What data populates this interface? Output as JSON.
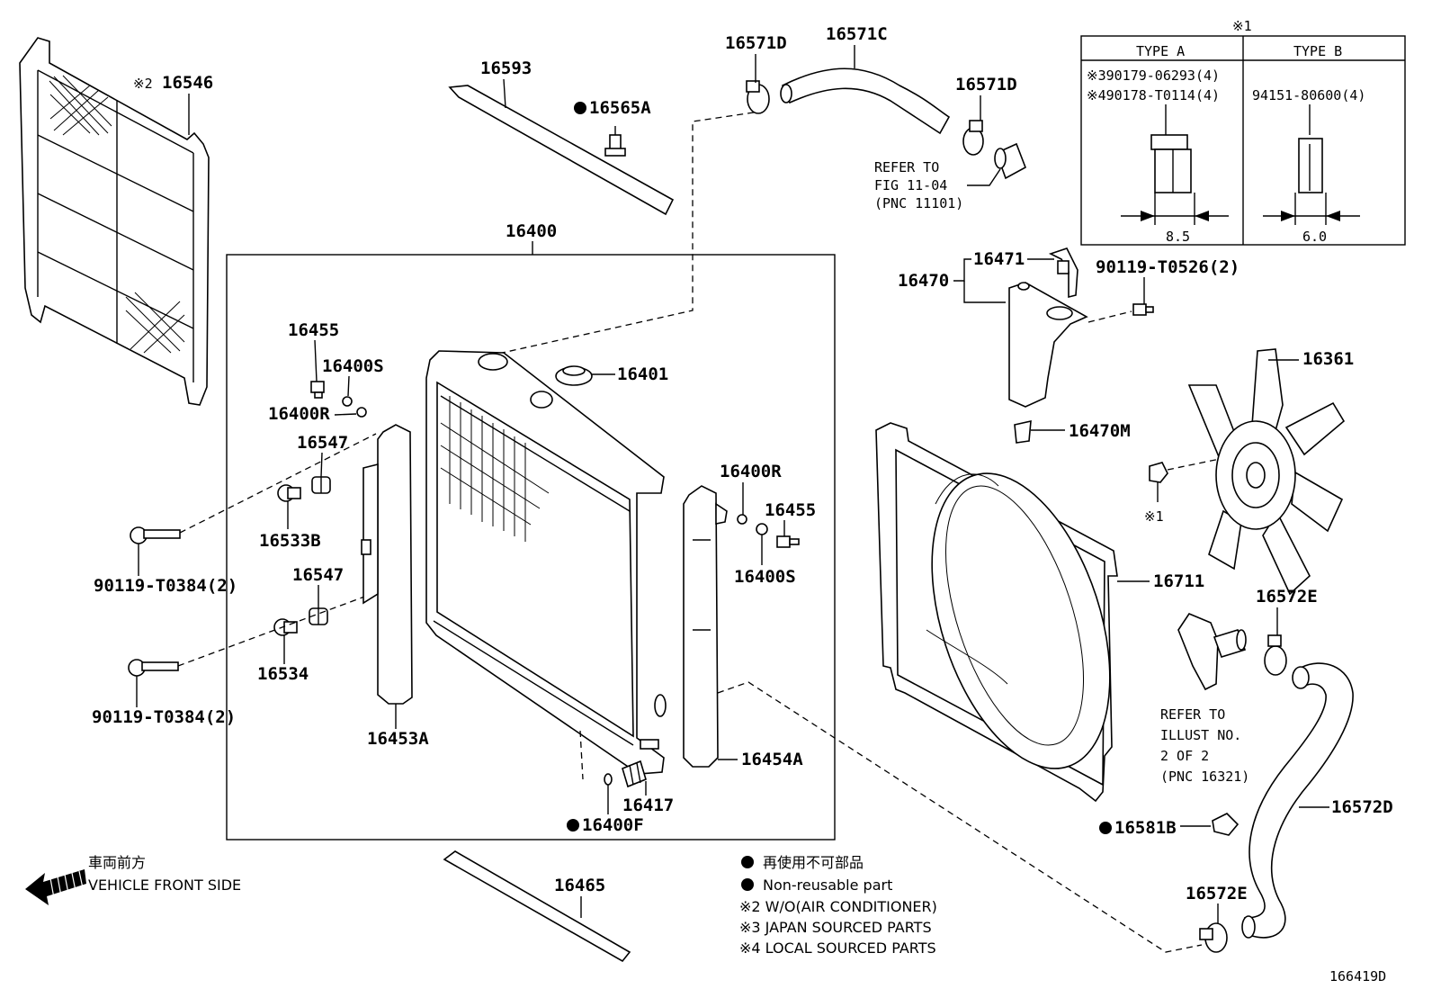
{
  "labels": {
    "p16546": "16546",
    "p16546_note": "※2",
    "p16593": "16593",
    "p16565A": "16565A",
    "p16571D_a": "16571D",
    "p16571C": "16571C",
    "p16571D_b": "16571D",
    "refer_fig_1": "REFER TO",
    "refer_fig_2": "FIG 11-04",
    "refer_fig_3": "(PNC 11101)",
    "p16400": "16400",
    "p16455_a": "16455",
    "p16400S_a": "16400S",
    "p16400R_a": "16400R",
    "p16547_a": "16547",
    "p16533B": "16533B",
    "bolt_a": "90119-T0384(2)",
    "p16547_b": "16547",
    "p16534": "16534",
    "bolt_b": "90119-T0384(2)",
    "p16453A": "16453A",
    "p16401": "16401",
    "p16400R_b": "16400R",
    "p16455_b": "16455",
    "p16400S_b": "16400S",
    "p16454A": "16454A",
    "p16417": "16417",
    "p16400F": "16400F",
    "p16465": "16465",
    "p16470": "16470",
    "p16471": "16471",
    "p90119_T0526": "90119-T0526(2)",
    "p16470M": "16470M",
    "p16361": "16361",
    "note_x1": "※1",
    "p16711": "16711",
    "p16572E_a": "16572E",
    "refer_illust_1": "REFER TO",
    "refer_illust_2": "ILLUST NO.",
    "refer_illust_3": "2 OF 2",
    "refer_illust_4": "(PNC 16321)",
    "p16572D": "16572D",
    "p16581B": "16581B",
    "p16572E_b": "16572E",
    "diagram_id": "166419D"
  },
  "type_table": {
    "marker": "※1",
    "type_a_header": "TYPE A",
    "type_b_header": "TYPE B",
    "type_a_part1": "※390179-06293(4)",
    "type_a_part2": "※490178-T0114(4)",
    "type_b_part": "94151-80600(4)",
    "type_a_dim": "8.5",
    "type_b_dim": "6.0"
  },
  "front_direction": {
    "jp": "車両前方",
    "en": "VEHICLE FRONT SIDE"
  },
  "legend": {
    "non_reusable_jp": "再使用不可部品",
    "non_reusable_en": "Non-reusable part",
    "note2": "※2  W/O(AIR CONDITIONER)",
    "note3": "※3  JAPAN SOURCED PARTS",
    "note4": "※4  LOCAL SOURCED PARTS"
  }
}
